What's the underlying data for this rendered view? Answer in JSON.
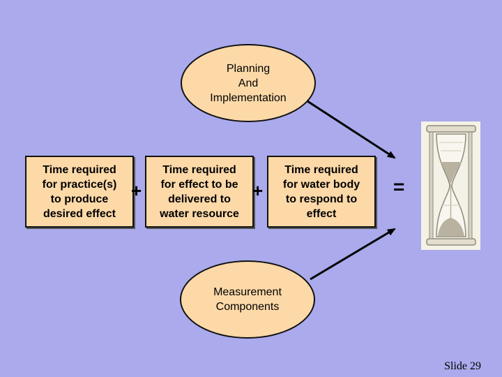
{
  "planning_oval": {
    "lines": [
      "Planning",
      "And",
      "Implementation"
    ]
  },
  "measurement_oval": {
    "lines": [
      "Measurement",
      "Components"
    ]
  },
  "boxes": [
    {
      "lines": [
        "Time required",
        "for practice(s)",
        "to produce",
        "desired effect"
      ]
    },
    {
      "lines": [
        "Time required",
        "for effect to be",
        "delivered to",
        "water resource"
      ]
    },
    {
      "lines": [
        "Time required",
        "for water body",
        "to respond to",
        "effect"
      ]
    }
  ],
  "operators": {
    "plus": "+",
    "equals": "="
  },
  "hourglass_icon": "hourglass-icon",
  "slide_number": "Slide 29",
  "colors": {
    "background": "#aaaaec",
    "shape_fill": "#fdd9a8",
    "outline": "#111111"
  }
}
